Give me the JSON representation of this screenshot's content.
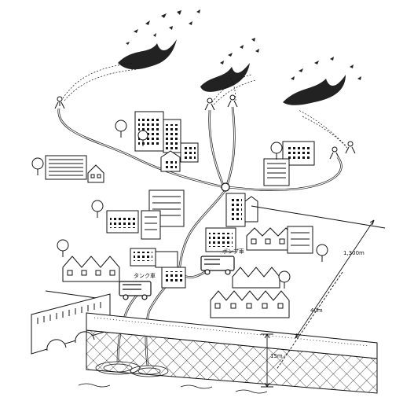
{
  "labels": {
    "pump_truck": "ポンプ車",
    "tank_truck": "タンク車",
    "distance_1300": "1,300m",
    "distance_40": "40m",
    "height_15": "15m"
  },
  "colors": {
    "ink": "#111111",
    "paper": "#ffffff",
    "smoke": "#222222"
  },
  "icons": [
    "fire-smoke-icon",
    "firefighter-icon",
    "fire-truck-icon",
    "building-icon",
    "tree-icon",
    "house-icon"
  ]
}
